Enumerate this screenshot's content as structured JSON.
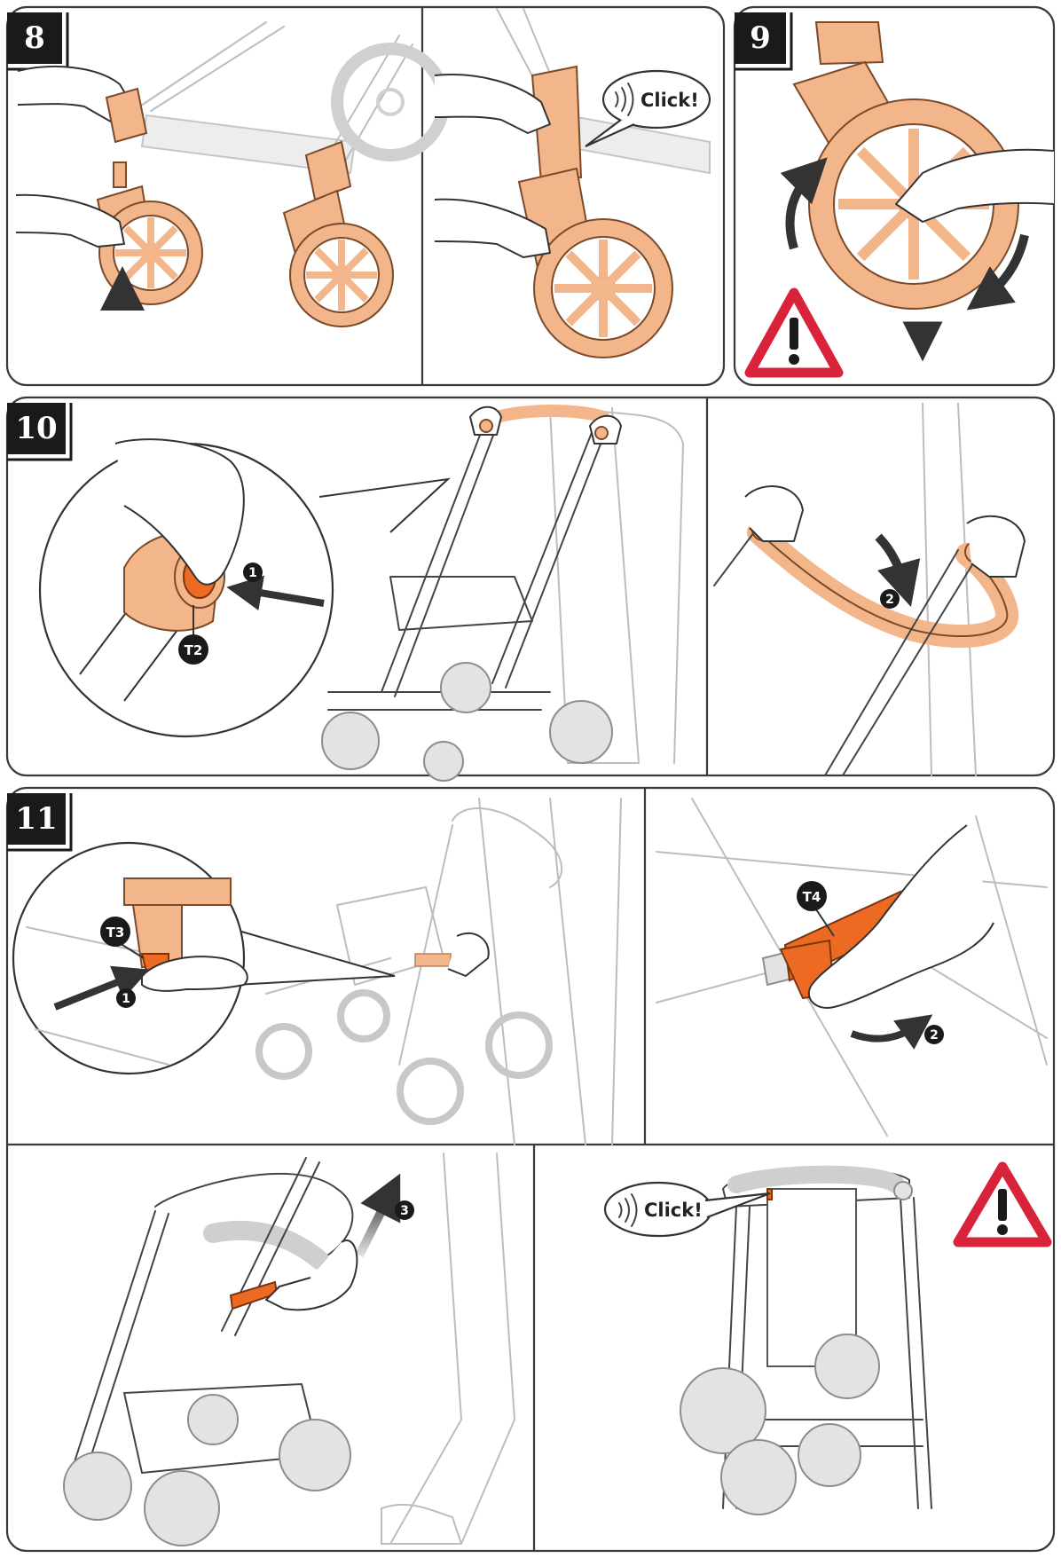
{
  "steps": {
    "s8": "8",
    "s9": "9",
    "s10": "10",
    "s11": "11"
  },
  "sounds": {
    "click_a": "Click!",
    "click_b": "Click!"
  },
  "tools": {
    "t2": "T2",
    "t3": "T3",
    "t4": "T4"
  },
  "order": {
    "one_a": "1",
    "two_a": "2",
    "one_b": "1",
    "two_b": "2",
    "three": "3"
  },
  "icons": {
    "warning": "warning-triangle-icon",
    "sound": "sound-waves-icon",
    "arrow": "motion-arrow-icon"
  },
  "colors": {
    "peach": "#f3b58a",
    "orange": "#ec6a22",
    "warning_red": "#d9233a",
    "step_bg": "#1a1a1a"
  }
}
